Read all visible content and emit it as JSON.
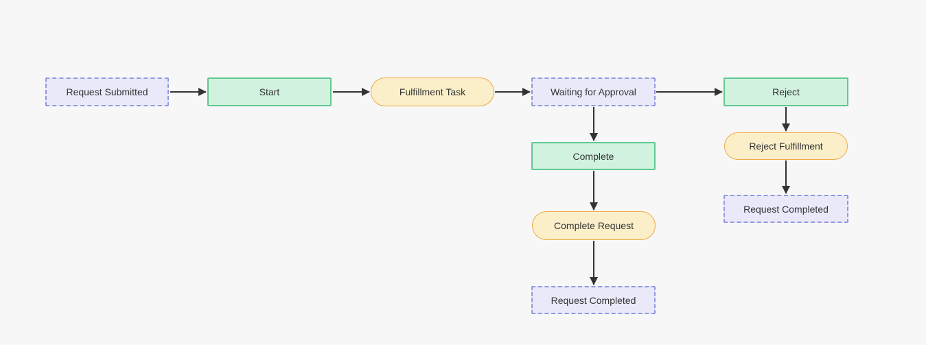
{
  "diagram": {
    "type": "flowchart",
    "background": "#f7f7f7",
    "arrow_color": "#333333",
    "text_color": "#333333",
    "node_styles": {
      "state": {
        "fill": "#e9e9fa",
        "border": "#9298e0",
        "border_style": "dashed",
        "shape": "rectangle"
      },
      "transition": {
        "fill": "#d1f2df",
        "border": "#62c890",
        "border_style": "solid",
        "shape": "rectangle"
      },
      "task": {
        "fill": "#fbefca",
        "border": "#eda944",
        "border_style": "solid",
        "shape": "pill"
      }
    },
    "nodes": [
      {
        "id": "request-submitted",
        "label": "Request Submitted",
        "type": "state"
      },
      {
        "id": "start",
        "label": "Start",
        "type": "transition"
      },
      {
        "id": "fulfillment-task",
        "label": "Fulfillment Task",
        "type": "task"
      },
      {
        "id": "waiting-for-approval",
        "label": "Waiting for Approval",
        "type": "state"
      },
      {
        "id": "reject",
        "label": "Reject",
        "type": "transition"
      },
      {
        "id": "complete",
        "label": "Complete",
        "type": "transition"
      },
      {
        "id": "complete-request",
        "label": "Complete Request",
        "type": "task"
      },
      {
        "id": "request-completed-main",
        "label": "Request Completed",
        "type": "state"
      },
      {
        "id": "reject-fulfillment",
        "label": "Reject Fulfillment",
        "type": "task"
      },
      {
        "id": "request-completed-reject",
        "label": "Request Completed",
        "type": "state"
      }
    ],
    "edges": [
      {
        "from": "request-submitted",
        "to": "start"
      },
      {
        "from": "start",
        "to": "fulfillment-task"
      },
      {
        "from": "fulfillment-task",
        "to": "waiting-for-approval"
      },
      {
        "from": "waiting-for-approval",
        "to": "reject"
      },
      {
        "from": "waiting-for-approval",
        "to": "complete"
      },
      {
        "from": "complete",
        "to": "complete-request"
      },
      {
        "from": "complete-request",
        "to": "request-completed-main"
      },
      {
        "from": "reject",
        "to": "reject-fulfillment"
      },
      {
        "from": "reject-fulfillment",
        "to": "request-completed-reject"
      }
    ]
  }
}
